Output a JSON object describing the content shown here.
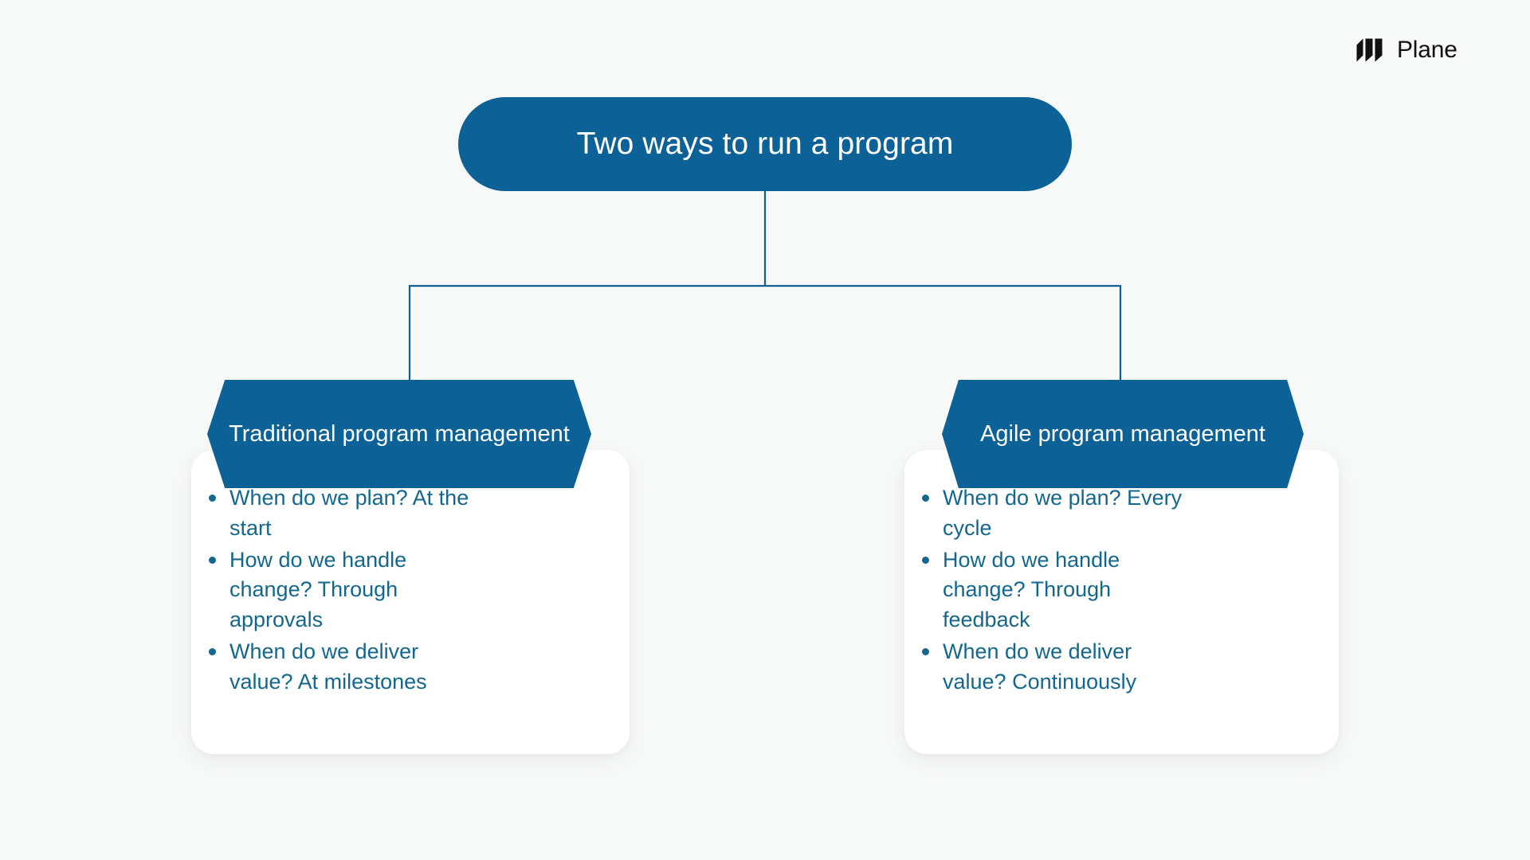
{
  "page": {
    "background_color": "#f7f8f8",
    "accent_color": "#0c6296",
    "text_color": "#13678f",
    "card_color": "#ffffff"
  },
  "brand": {
    "name": "Plane",
    "mark_icon": "plane-logo-icon",
    "mark_color": "#111111"
  },
  "diagram": {
    "type": "tree",
    "root": {
      "label": "Two ways to run a program",
      "shape": "pill",
      "fill": "#0c6296",
      "text_color": "#ffffff"
    },
    "branches": [
      {
        "id": "traditional",
        "heading": "Traditional program management",
        "shape": "hexagon",
        "items": [
          "When do we plan? At the start",
          "How do we handle change? Through approvals",
          "When do we deliver value? At milestones"
        ]
      },
      {
        "id": "agile",
        "heading": "Agile program management",
        "shape": "hexagon",
        "items": [
          "When do we plan? Every cycle",
          "How do we handle change? Through feedback",
          "When do we deliver value? Continuously"
        ]
      }
    ]
  }
}
